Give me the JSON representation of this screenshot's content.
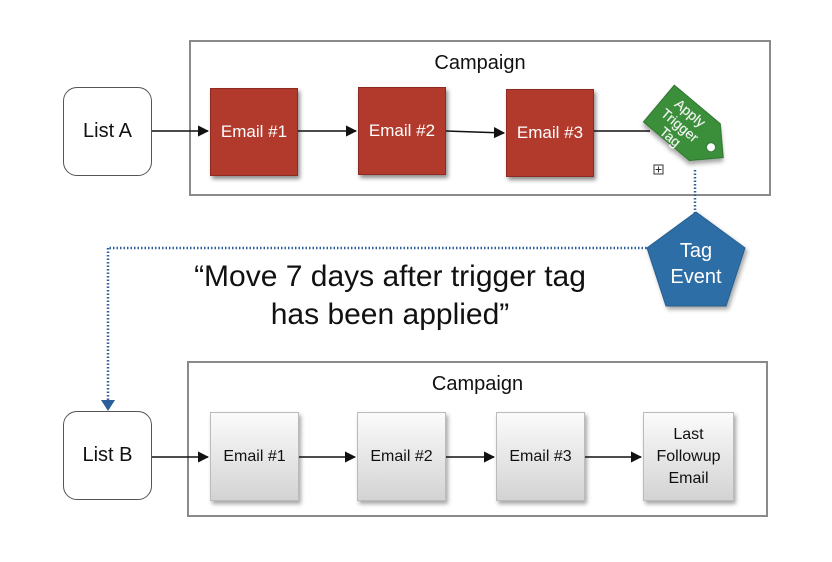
{
  "top_campaign": {
    "title": "Campaign",
    "list_label": "List A",
    "emails": [
      "Email #1",
      "Email #2",
      "Email #3"
    ],
    "tag_label": [
      "Apply",
      "Trigger",
      "Tag"
    ],
    "tag_color": "#3a8f3a"
  },
  "tag_event": {
    "label_line1": "Tag",
    "label_line2": "Event",
    "color": "#2f6ea6"
  },
  "rule": {
    "line1": "“Move 7 days after trigger tag",
    "line2": "has been applied”"
  },
  "bottom_campaign": {
    "title": "Campaign",
    "list_label": "List B",
    "emails": [
      "Email #1",
      "Email #2",
      "Email #3"
    ],
    "last_email": [
      "Last",
      "Followup",
      "Email"
    ]
  },
  "colors": {
    "email_red": "#b23a2c",
    "connector_blue": "#2b5f9b"
  }
}
